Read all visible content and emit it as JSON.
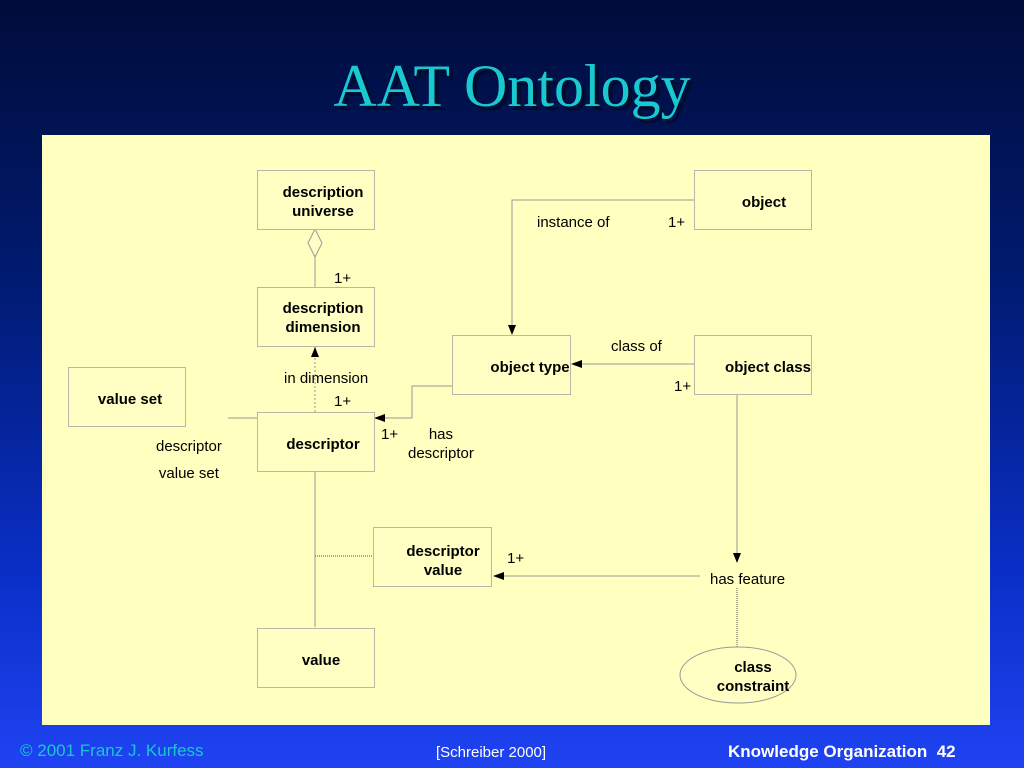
{
  "slide": {
    "title": "AAT Ontology",
    "footer_left": "© 2001 Franz J. Kurfess",
    "footer_center": "[Schreiber 2000]",
    "footer_right": "Knowledge Organization  42"
  },
  "diagram": {
    "boxes": {
      "description_universe_line1": "description",
      "description_universe_line2": "universe",
      "description_dimension_line1": "description",
      "description_dimension_line2": "dimension",
      "value_set": "value set",
      "descriptor": "descriptor",
      "descriptor_value_line1": "descriptor",
      "descriptor_value_line2": "value",
      "value": "value",
      "object": "object",
      "object_type": "object type",
      "object_class": "object class",
      "class_constraint_line1": "class",
      "class_constraint_line2": "constraint"
    },
    "labels": {
      "instance_of": "instance of",
      "instance_of_mult": "1+",
      "universe_mult": "1+",
      "in_dimension": "in dimension",
      "in_dimension_mult": "1+",
      "descriptor_value_set_line1": "descriptor",
      "descriptor_value_set_line2": "value set",
      "has_descriptor_mult": "1+",
      "has_descriptor_line1": "has",
      "has_descriptor_line2": "descriptor",
      "class_of": "class of",
      "class_of_mult": "1+",
      "descriptor_value_mult": "1+",
      "has_feature": "has feature"
    }
  }
}
